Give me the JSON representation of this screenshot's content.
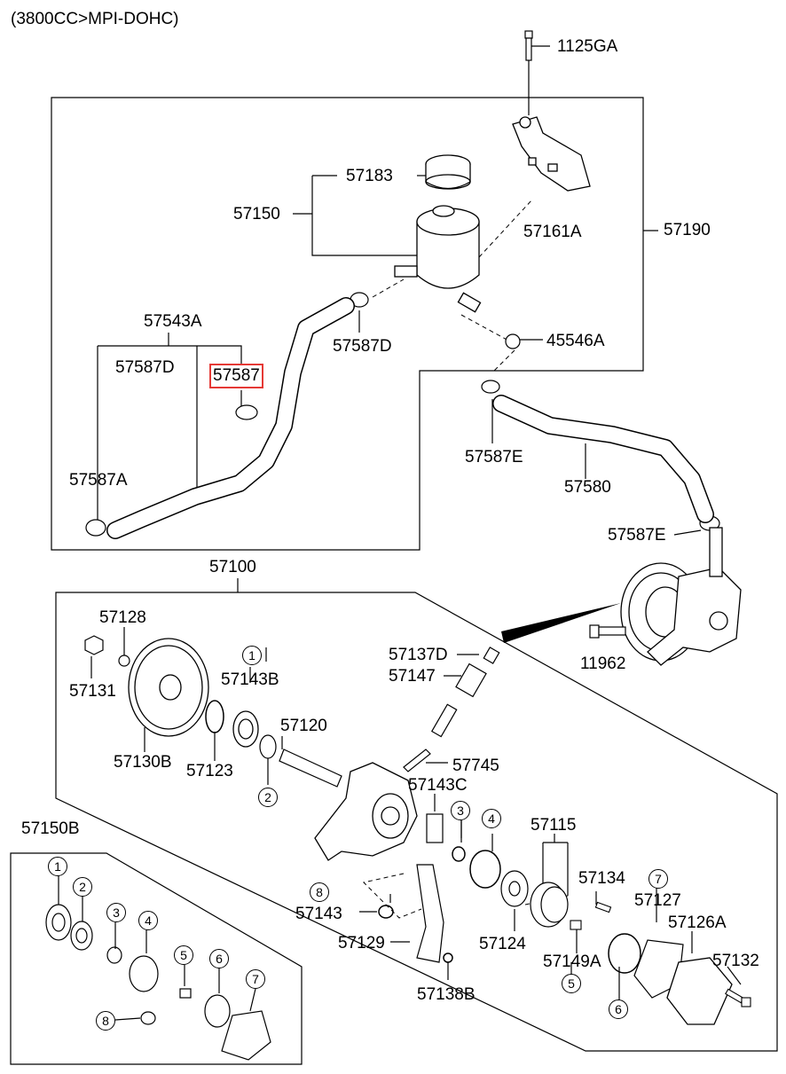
{
  "header": {
    "engine": "(3800CC>MPI-DOHC)"
  },
  "highlight_color": "#e53935",
  "labels": {
    "p1125GA": "1125GA",
    "p57183": "57183",
    "p57150": "57150",
    "p57161A": "57161A",
    "p57190": "57190",
    "p57543A": "57543A",
    "p57587D_left": "57587D",
    "p57587_hl": "57587",
    "p57587D_top": "57587D",
    "p45546A": "45546A",
    "p57587A": "57587A",
    "p57587E_mid": "57587E",
    "p57580": "57580",
    "p57587E_right": "57587E",
    "p11962": "11962",
    "p57100": "57100",
    "p57128": "57128",
    "p57131": "57131",
    "p57130B": "57130B",
    "p57143B": "57143B",
    "p57123": "57123",
    "p57120": "57120",
    "p57137D": "57137D",
    "p57147": "57147",
    "p57745": "57745",
    "p57143C": "57143C",
    "p57115": "57115",
    "p57134": "57134",
    "p57127": "57127",
    "p57126A": "57126A",
    "p57132": "57132",
    "p57149A": "57149A",
    "p57124": "57124",
    "p57143": "57143",
    "p57129": "57129",
    "p57138B": "57138B",
    "p57150B": "57150B"
  },
  "circles": {
    "c1a": "1",
    "c2a": "2",
    "c3a": "3",
    "c4a": "4",
    "c5a": "5",
    "c6a": "6",
    "c7a": "7",
    "c8a": "8",
    "c1b": "1",
    "c2b": "2",
    "c3b": "3",
    "c4b": "4",
    "c5b": "5",
    "c6b": "6",
    "c7b": "7",
    "c8b": "8"
  }
}
